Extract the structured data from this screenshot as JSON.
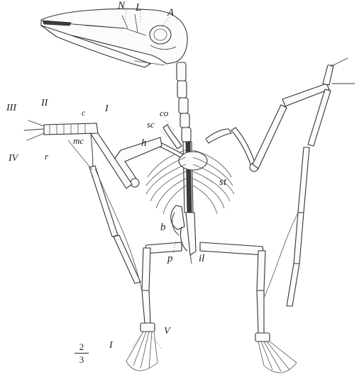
{
  "figure": {
    "labels": {
      "N": "N",
      "L": "L",
      "A": "A",
      "co": "co",
      "sc": "sc",
      "h": "h",
      "st": "st",
      "b": "b",
      "p": "p",
      "il": "il",
      "c": "c",
      "mc": "mc",
      "r": "r",
      "I_hand": "I",
      "II": "II",
      "III": "III",
      "IV": "IV",
      "I_foot": "I",
      "V": "V"
    },
    "scale": {
      "numerator": "2",
      "denominator": "3"
    }
  }
}
